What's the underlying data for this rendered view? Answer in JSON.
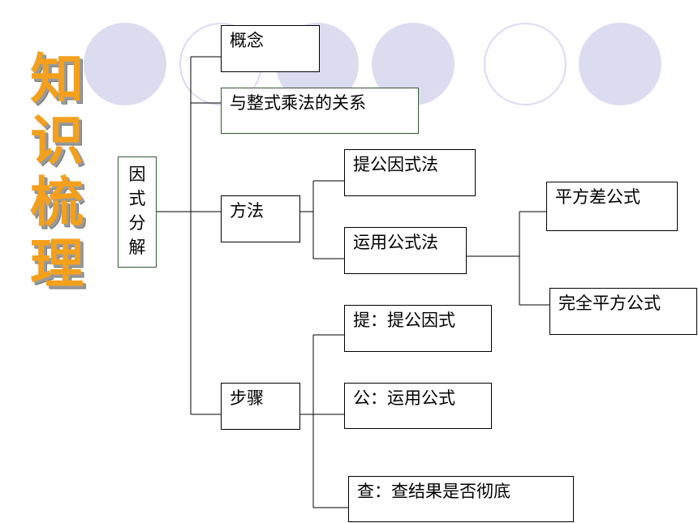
{
  "title_chars": [
    "知",
    "识",
    "梳",
    "理"
  ],
  "root": "因式分解",
  "root_chars": [
    "因",
    "式",
    "分",
    "解"
  ],
  "nodes": {
    "concept": "概念",
    "relation": "与整式乘法的关系",
    "method": "方法",
    "factor_out": "提公因式法",
    "use_formula": "运用公式法",
    "diff_squares": "平方差公式",
    "perfect_square": "完全平方公式",
    "steps": "步骤",
    "step_extract": "提：提公因式",
    "step_formula": "公：运用公式",
    "step_check": "查：查结果是否彻底"
  },
  "colors": {
    "title": "#f4a01c",
    "circle": "#dcdcf0",
    "line": "#000000"
  }
}
